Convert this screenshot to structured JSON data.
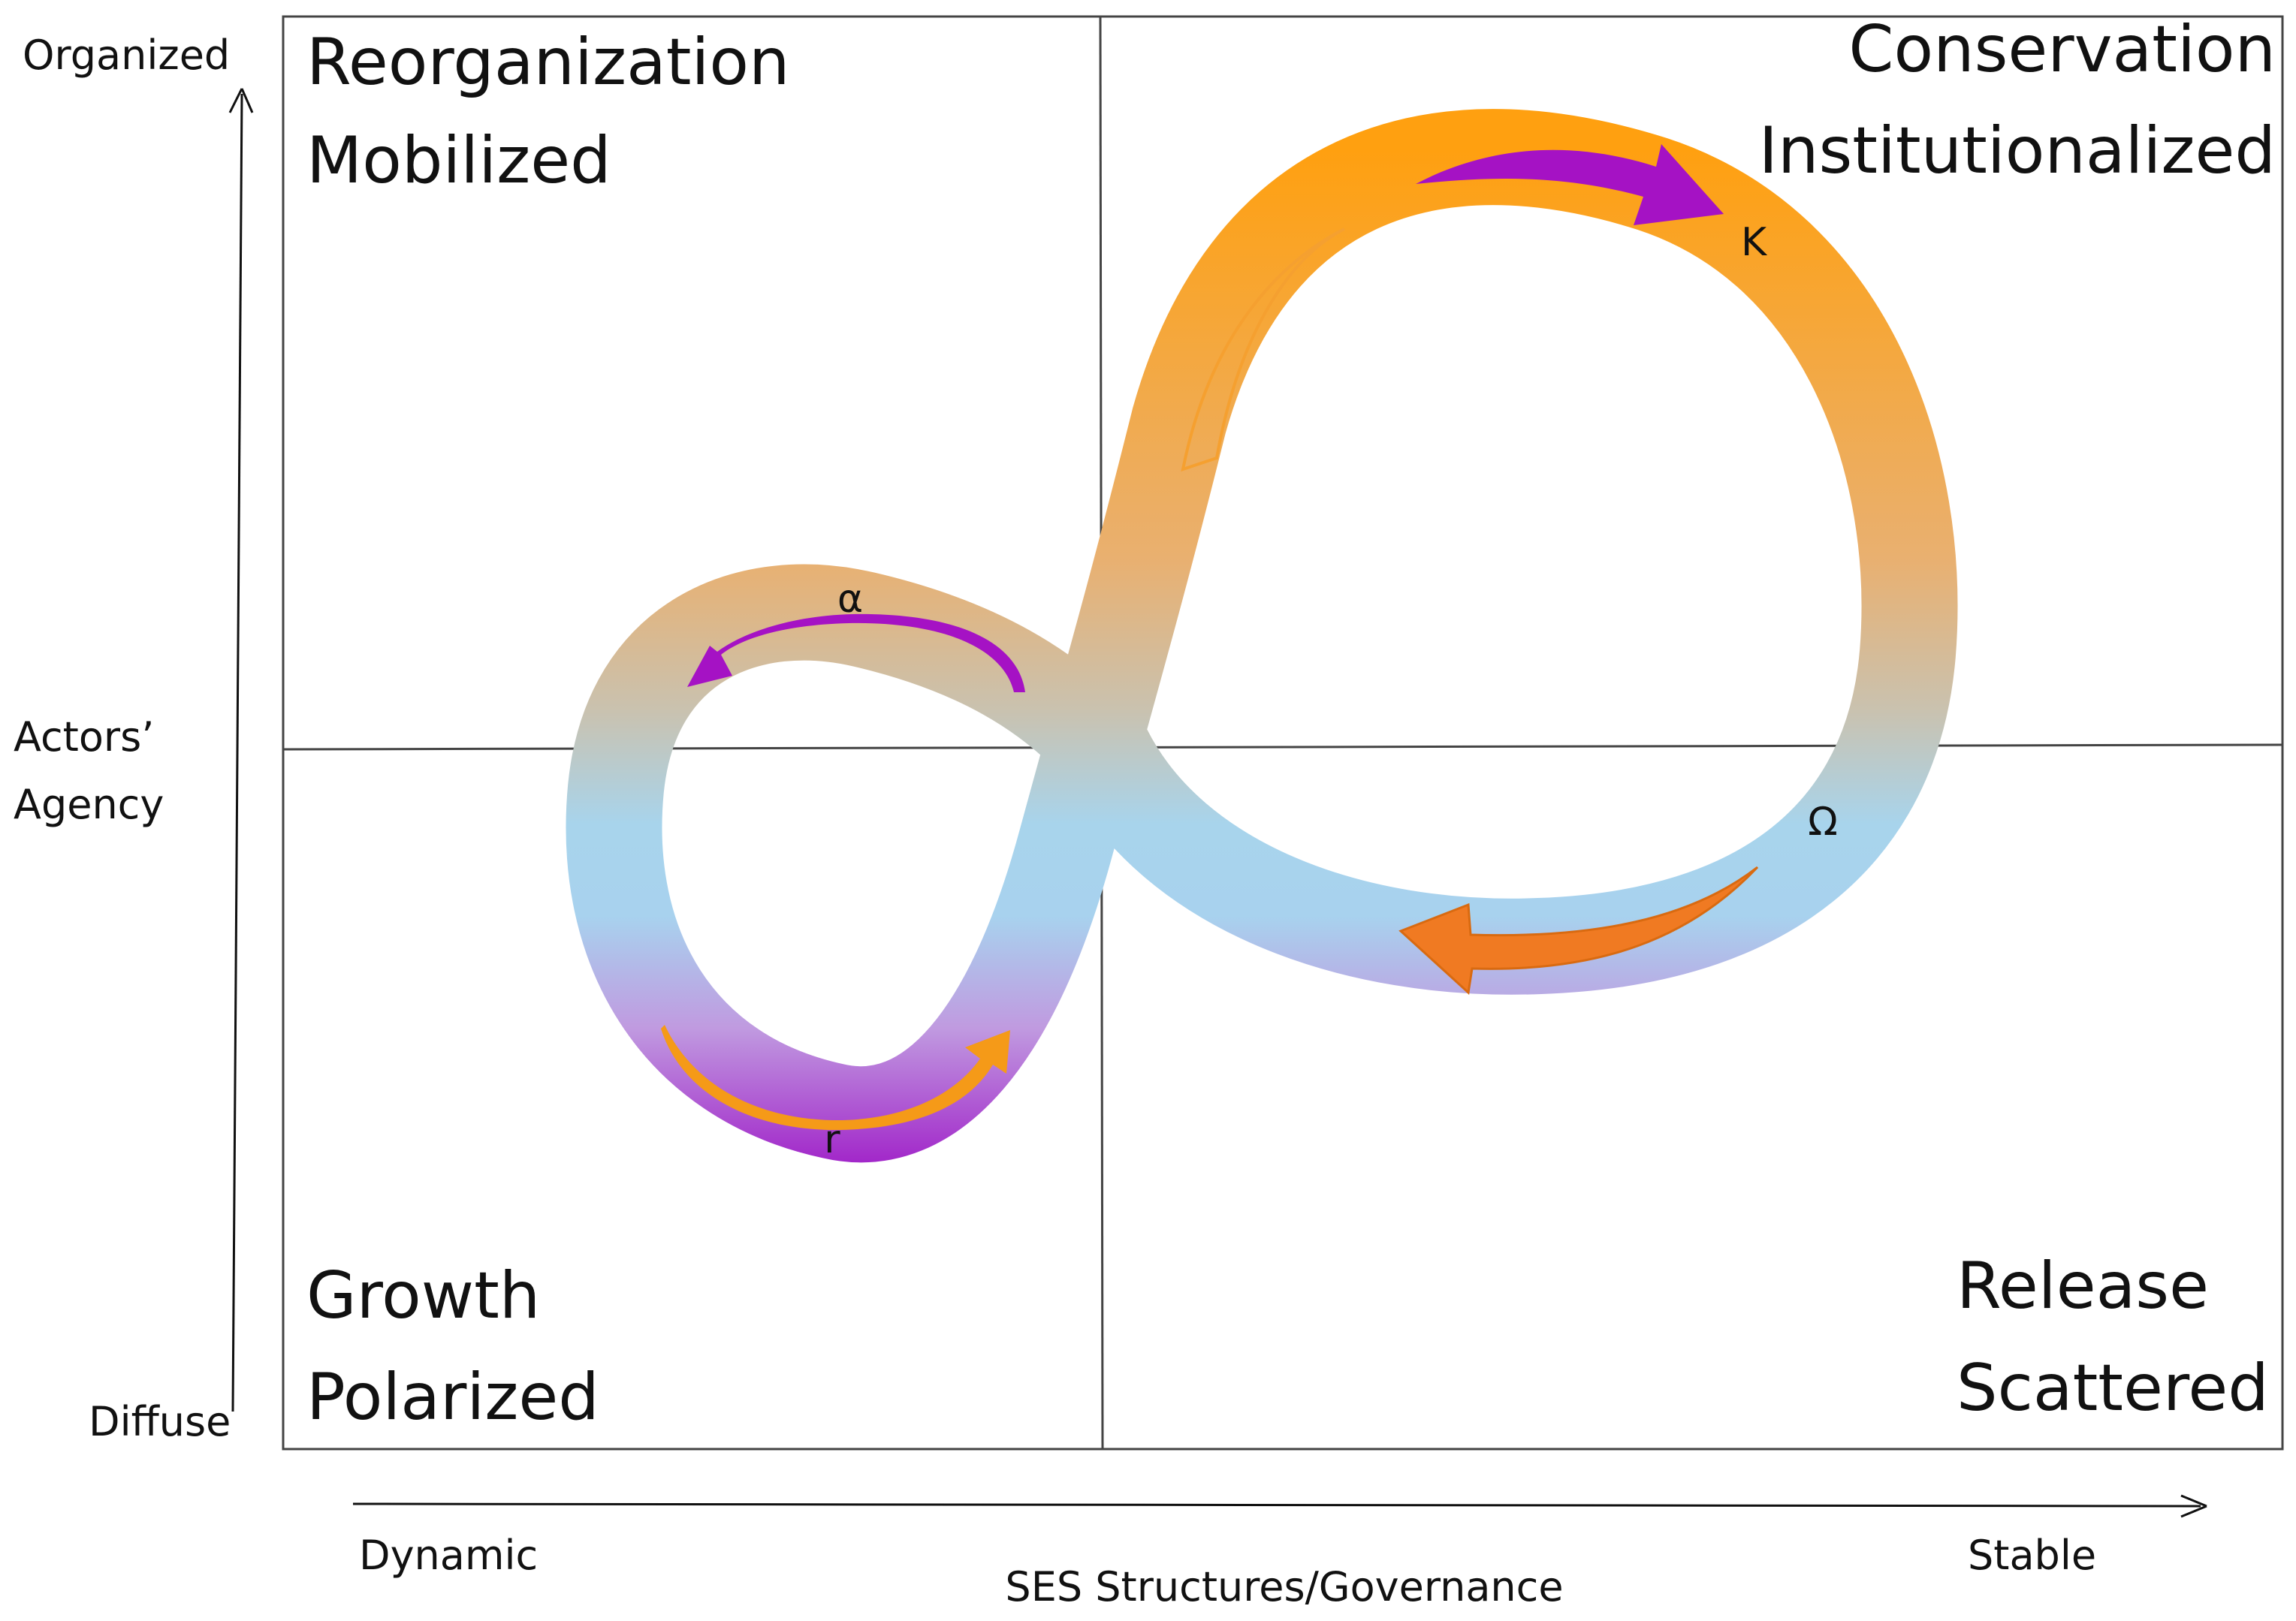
{
  "quadrants": {
    "top_left": {
      "line1": "Reorganization",
      "line2": "Mobilized"
    },
    "top_right": {
      "line1": "Conservation",
      "line2": "Institutionalized"
    },
    "bottom_left": {
      "line1": "Growth",
      "line2": "Polarized"
    },
    "bottom_right": {
      "line1": "Release",
      "line2": "Scattered"
    }
  },
  "y_axis": {
    "top": "Organized",
    "middle_line1": "Actors’",
    "middle_line2": "Agency",
    "bottom": "Diffuse"
  },
  "x_axis": {
    "left": "Dynamic",
    "title": "SES Structures/Governance",
    "right": "Stable"
  },
  "phases": {
    "alpha": "α",
    "K": "K",
    "omega": "Ω",
    "r": "r"
  },
  "colors": {
    "orange": "#f7a020",
    "purple": "#a020c8",
    "blue": "#a8d4ec",
    "arrow_orange": "#f08a1a",
    "arrow_purple": "#a512c4"
  }
}
